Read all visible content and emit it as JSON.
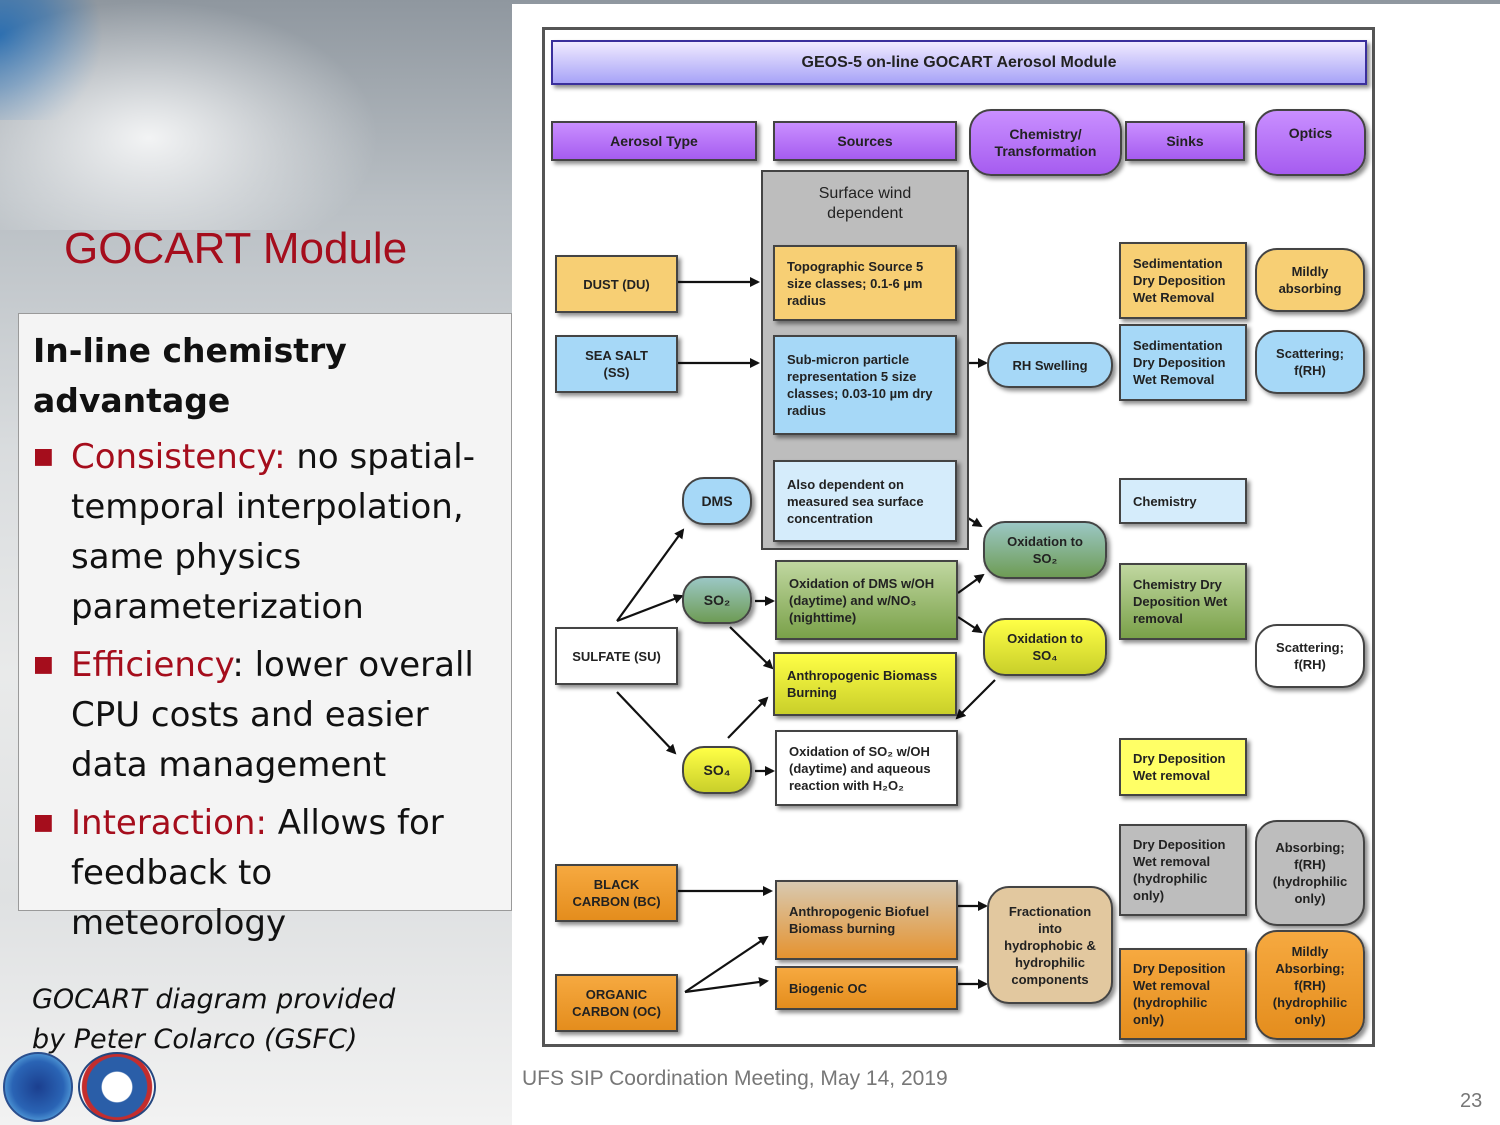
{
  "slide": {
    "title": "GOCART Module",
    "heading": "In-line chemistry advantage",
    "bullets": [
      {
        "key": "Consistency:",
        "rest": " no spatial-temporal interpolation, same physics parameterization"
      },
      {
        "key": "Efficiency",
        "rest": ": lower overall CPU costs and easier data management"
      },
      {
        "key": "Interaction:",
        "rest": " Allows for feedback to meteorology"
      }
    ],
    "credit_line1": "GOCART diagram provided",
    "credit_line2": "by Peter Colarco (GSFC)",
    "footer": "UFS SIP Coordination Meeting, May 14, 2019",
    "page_number": "23"
  },
  "diagram": {
    "title": "GEOS-5 on-line GOCART Aerosol Module",
    "headers": {
      "aerosol_type": "Aerosol Type",
      "sources": "Sources",
      "chemistry": "Chemistry/ Transformation",
      "sinks": "Sinks",
      "optics": "Optics"
    },
    "surface_wind": "Surface wind dependent",
    "aerosols": {
      "dust": "DUST (DU)",
      "sea_salt": "SEA SALT (SS)",
      "sulfate": "SULFATE (SU)",
      "black_carbon": "BLACK CARBON (BC)",
      "organic_carbon": "ORGANIC CARBON (OC)"
    },
    "species": {
      "dms": "DMS",
      "so2": "SO₂",
      "so4": "SO₄"
    },
    "sources": {
      "topographic": "Topographic Source 5 size classes; 0.1-6 µm radius",
      "submicron": "Sub-micron particle representation 5 size classes; 0.03-10 µm dry radius",
      "sea_surface": "Also dependent on measured sea surface concentration",
      "ox_dms": "Oxidation of DMS w/OH (daytime) and w/NO₃ (nighttime)",
      "anthro_biomass": "Anthropogenic Biomass Burning",
      "ox_so2": "Oxidation of SO₂ w/OH (daytime) and aqueous reaction with H₂O₂",
      "anthro_biofuel": "Anthropogenic Biofuel Biomass burning",
      "biogenic": "Biogenic OC"
    },
    "chemistry": {
      "rh_swelling": "RH Swelling",
      "ox_to_so2": "Oxidation to SO₂",
      "ox_to_so4": "Oxidation to SO₄",
      "fractionation": "Fractionation into hydrophobic & hydrophilic components"
    },
    "sinks": {
      "du": "Sedimentation Dry Deposition Wet Removal",
      "ss": "Sedimentation Dry Deposition Wet Removal",
      "dms": "Chemistry",
      "so2": "Chemistry Dry Deposition Wet removal",
      "so4": "Dry Deposition Wet removal",
      "bc": "Dry Deposition Wet removal (hydrophilic only)",
      "oc": "Dry Deposition Wet removal (hydrophilic only)"
    },
    "optics": {
      "du": "Mildly absorbing",
      "ss": "Scattering; f(RH)",
      "su": "Scattering; f(RH)",
      "bc": "Absorbing; f(RH) (hydrophilic only)",
      "oc": "Mildly Absorbing; f(RH) (hydrophilic only)"
    }
  }
}
